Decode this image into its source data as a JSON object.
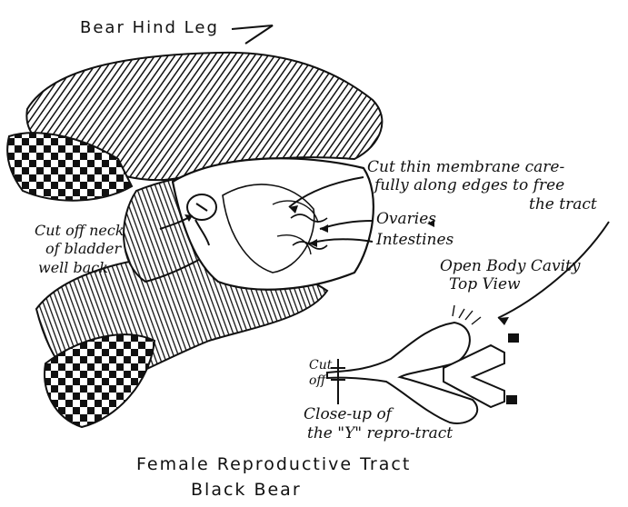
{
  "labels": {
    "hind_leg": "Bear Hind Leg",
    "membrane_line1": "Cut thin membrane care-",
    "membrane_line2": "fully along edges to free",
    "membrane_line3": "the tract",
    "bladder_line1": "Cut off neck",
    "bladder_line2": "of bladder",
    "bladder_line3": "well back",
    "ovaries": "Ovaries",
    "intestines": "Intestines",
    "open_body_line1": "Open Body Cavity",
    "open_body_line2": "Top View",
    "cut_off_line1": "Cut",
    "cut_off_line2": "off",
    "closeup_line1": "Close-up of",
    "closeup_line2": "the \"Y\" repro-tract"
  },
  "caption": {
    "line1": "Female Reproductive Tract",
    "line2": "Black Bear"
  },
  "colors": {
    "ink": "#111111",
    "paper": "#ffffff"
  }
}
